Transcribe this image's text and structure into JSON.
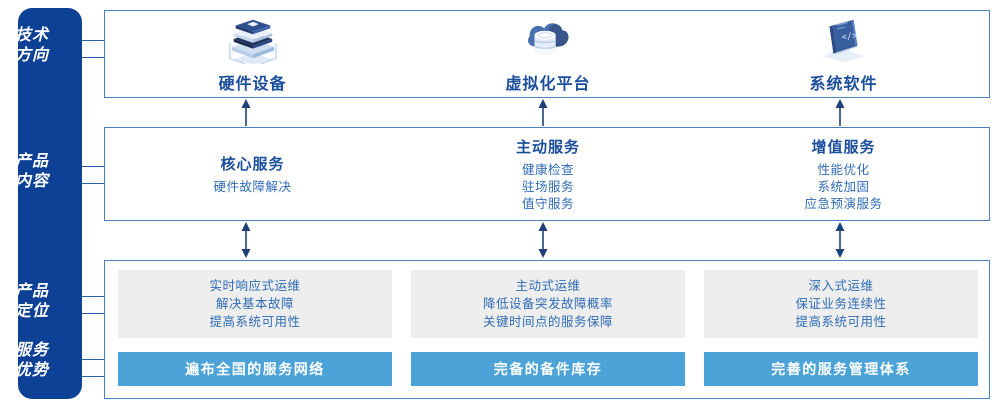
{
  "sidebar": {
    "color": "#0d4196",
    "items": [
      {
        "name": "tech-direction",
        "line1": "技术",
        "line2": "方向"
      },
      {
        "name": "product-content",
        "line1": "产品",
        "line2": "内容"
      },
      {
        "name": "product-position",
        "line1": "产品",
        "line2": "定位"
      },
      {
        "name": "service-advantage",
        "line1": "服务",
        "line2": "优势"
      }
    ]
  },
  "tech_row": {
    "items": [
      {
        "icon": "server-stack-icon",
        "label": "硬件设备"
      },
      {
        "icon": "cloud-database-icon",
        "label": "虚拟化平台"
      },
      {
        "icon": "code-book-icon",
        "label": "系统软件"
      }
    ]
  },
  "content_row": {
    "items": [
      {
        "title": "核心服务",
        "lines": [
          "硬件故障解决"
        ]
      },
      {
        "title": "主动服务",
        "lines": [
          "健康检查",
          "驻场服务",
          "值守服务"
        ]
      },
      {
        "title": "增值服务",
        "lines": [
          "性能优化",
          "系统加固",
          "应急预演服务"
        ]
      }
    ]
  },
  "position_row": {
    "cards": [
      {
        "lines": [
          "实时响应式运维",
          "解决基本故障",
          "提高系统可用性"
        ]
      },
      {
        "lines": [
          "主动式运维",
          "降低设备突发故障概率",
          "关键时间点的服务保障"
        ]
      },
      {
        "lines": [
          "深入式运维",
          "保证业务连续性",
          "提高系统可用性"
        ]
      }
    ]
  },
  "advantage_row": {
    "bars": [
      {
        "label": "遍布全国的服务网络"
      },
      {
        "label": "完备的备件库存"
      },
      {
        "label": "完善的服务管理体系"
      }
    ]
  },
  "colors": {
    "sidebar_blue": "#0d4196",
    "border_blue": "#4a7fc1",
    "title_blue": "#1b4f9c",
    "text_blue": "#2f6cb5",
    "bar_blue": "#4ba3d8",
    "card_gray": "#eeeeee",
    "arrow_navy": "#1f3f7a"
  }
}
